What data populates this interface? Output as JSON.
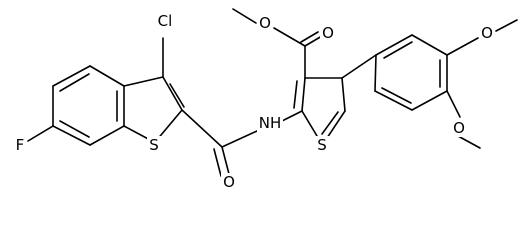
{
  "molecule": {
    "labels": {
      "cl": "Cl",
      "f": "F",
      "s_benzothiophene": "S",
      "s_thiophene": "S",
      "nh": "NH",
      "o_amide": "O",
      "o_ester_carbonyl": "O",
      "o_ester_ether": "O",
      "o_methoxy_para": "O",
      "o_methoxy_meta": "O"
    }
  }
}
